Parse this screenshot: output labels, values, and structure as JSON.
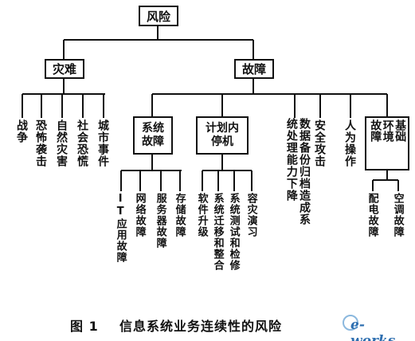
{
  "root": "风险",
  "disaster": {
    "label": "灾难",
    "items": [
      "战争",
      "恐怖袭击",
      "自然灾害",
      "社会恐慌",
      "城市事件"
    ]
  },
  "fault": {
    "label": "故障",
    "system_fault": {
      "label_lines": [
        "系统",
        "故障"
      ],
      "items": [
        "IT应用故障",
        "网络故障",
        "服务器故障",
        "存储故障"
      ]
    },
    "planned_downtime": {
      "label_lines": [
        "计划内",
        "停机"
      ],
      "items": [
        "软件升级",
        "系统迁移和整合",
        "系统测试和检修",
        "容灾演习"
      ]
    },
    "data": {
      "lines": [
        "数据备份归档造成系统处理能力下降"
      ]
    },
    "security": "安全攻击",
    "human": "人为操作",
    "infrastructure": {
      "label_lines": [
        "基础",
        "环境",
        "故障"
      ],
      "items": [
        "配电故障",
        "空调故障"
      ]
    }
  },
  "caption": {
    "fig": "图 1",
    "text": "信息系统业务连续性的风险"
  },
  "watermark": "e-works"
}
